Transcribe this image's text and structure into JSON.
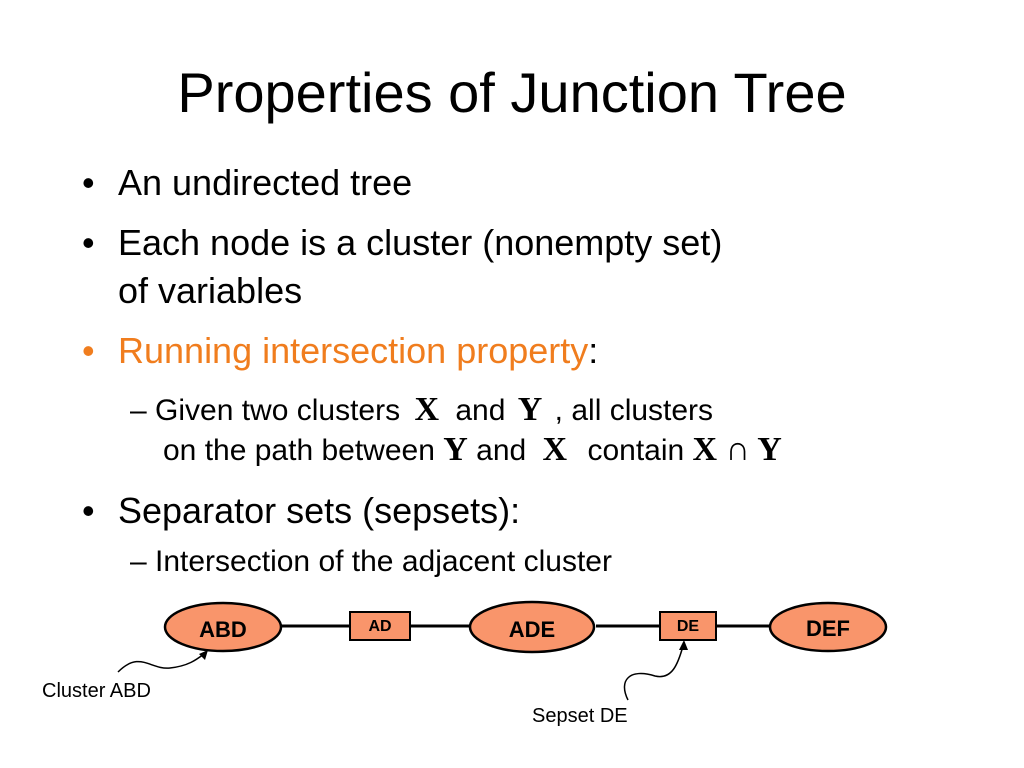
{
  "title": "Properties of Junction Tree",
  "bullets": {
    "b1": "An undirected tree",
    "b2_line1": "Each node is a cluster (nonempty set)",
    "b2_line2": "of variables",
    "b3_highlight": "Running intersection property",
    "b3_colon": ":",
    "sub1_part1": "– Given two clusters",
    "sub1_x": "X",
    "sub1_and": "and",
    "sub1_y": "Y",
    "sub1_tail": ", all clusters",
    "sub1_line2_part1": "on the path between",
    "sub1_line2_y": "Y",
    "sub1_line2_and": "and",
    "sub1_line2_x": "X",
    "sub1_line2_contain": "contain",
    "sub1_line2_expr": "X ∩ Y",
    "b4": "Separator sets (sepsets):",
    "sub2": "– Intersection of the adjacent cluster"
  },
  "bullet_glyph": "•",
  "diagram": {
    "clusters": [
      "ABD",
      "ADE",
      "DEF"
    ],
    "sepsets": [
      "AD",
      "DE"
    ],
    "annotation_cluster": "Cluster ABD",
    "annotation_sepset": "Sepset DE"
  },
  "colors": {
    "accent": "#f07d1e",
    "node_fill": "#f9956b",
    "sepset_fill": "#f9956b"
  }
}
